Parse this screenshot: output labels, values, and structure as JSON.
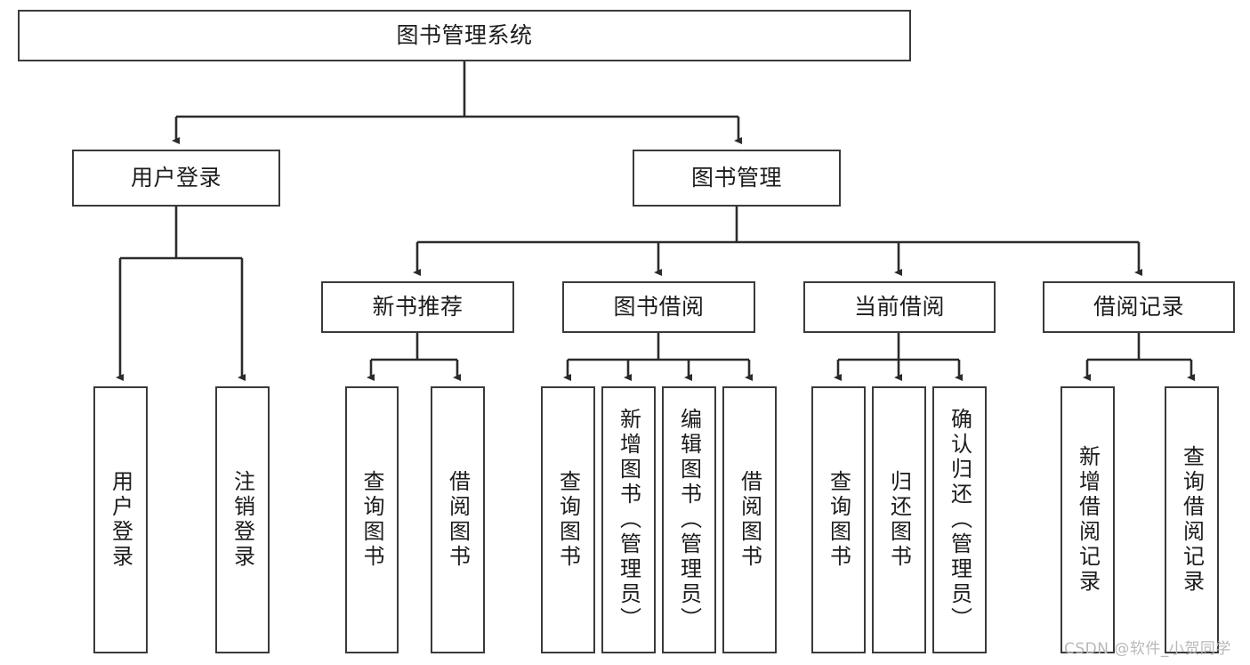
{
  "diagram": {
    "title": "图书管理系统",
    "type": "functional-structure-tree",
    "root": {
      "id": "root",
      "label": "图书管理系统"
    },
    "level2": [
      {
        "id": "user-login",
        "label": "用户登录"
      },
      {
        "id": "book-management",
        "label": "图书管理"
      }
    ],
    "level3": [
      {
        "id": "new-book-recommend",
        "label": "新书推荐",
        "parent": "book-management"
      },
      {
        "id": "book-borrow",
        "label": "图书借阅",
        "parent": "book-management"
      },
      {
        "id": "current-borrow",
        "label": "当前借阅",
        "parent": "book-management"
      },
      {
        "id": "borrow-record",
        "label": "借阅记录",
        "parent": "book-management"
      }
    ],
    "leaves": [
      {
        "id": "leaf-user-login",
        "label": "用户登录",
        "parent": "user-login"
      },
      {
        "id": "leaf-user-logout",
        "label": "注销登录",
        "parent": "user-login"
      },
      {
        "id": "leaf-query-book-1",
        "label": "查询图书",
        "parent": "new-book-recommend"
      },
      {
        "id": "leaf-borrow-book-1",
        "label": "借阅图书",
        "parent": "new-book-recommend"
      },
      {
        "id": "leaf-query-book-2",
        "label": "查询图书",
        "parent": "book-borrow"
      },
      {
        "id": "leaf-add-book",
        "label": "新增图书（管理员）",
        "parent": "book-borrow"
      },
      {
        "id": "leaf-edit-book",
        "label": "编辑图书（管理员）",
        "parent": "book-borrow"
      },
      {
        "id": "leaf-borrow-book-2",
        "label": "借阅图书",
        "parent": "book-borrow"
      },
      {
        "id": "leaf-query-book-3",
        "label": "查询图书",
        "parent": "current-borrow"
      },
      {
        "id": "leaf-return-book",
        "label": "归还图书",
        "parent": "current-borrow"
      },
      {
        "id": "leaf-confirm-return",
        "label": "确认归还（管理员）",
        "parent": "current-borrow"
      },
      {
        "id": "leaf-add-record",
        "label": "新增借阅记录",
        "parent": "borrow-record"
      },
      {
        "id": "leaf-query-record",
        "label": "查询借阅记录",
        "parent": "borrow-record"
      }
    ]
  },
  "watermark": {
    "text": "CSDN @软件_小贺同学"
  },
  "colors": {
    "box_border": "#3a3a3a",
    "background": "#ffffff",
    "text": "#1c1c1c",
    "connector": "#2b2b2b",
    "watermark": "#b9b9b9"
  }
}
